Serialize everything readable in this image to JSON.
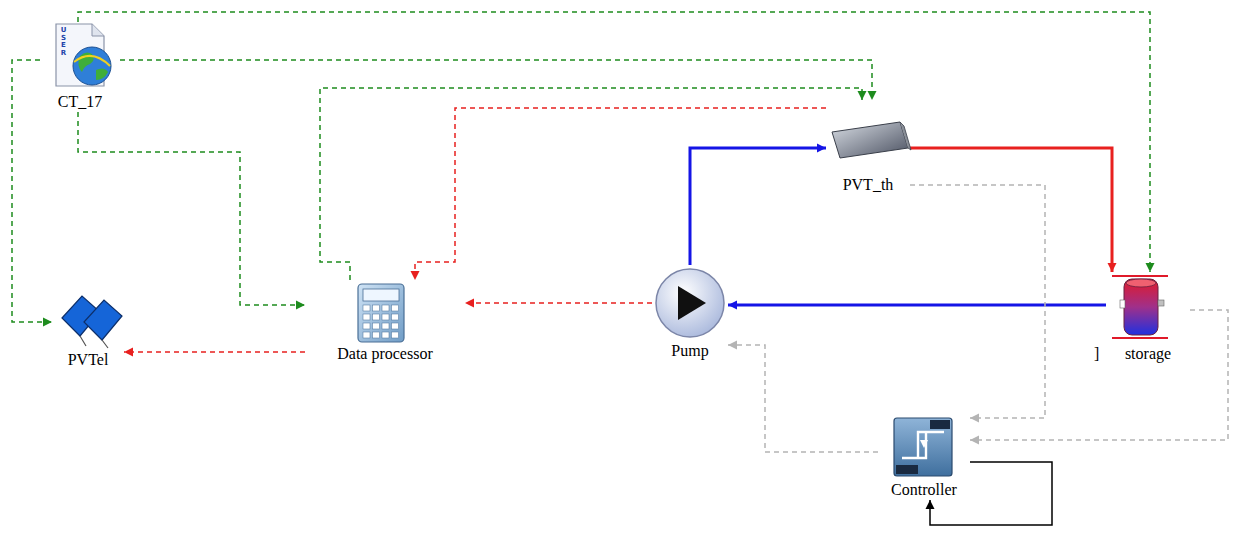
{
  "diagram": {
    "nodes": [
      {
        "text": [
          "CT_17"
        ]
      },
      {
        "text": [
          "PVT_th"
        ]
      },
      {
        "text": [
          "Data processor"
        ]
      },
      {
        "text": [
          "PVTel"
        ]
      },
      {
        "text": [
          "Pump"
        ]
      },
      {
        "text": [
          "storage"
        ]
      },
      {
        "text": [
          "Controller"
        ]
      }
    ],
    "edges": [
      {
        "from": 0,
        "to": 5,
        "arrow": "to"
      },
      {
        "from": 0,
        "to": 1,
        "arrow": "to"
      },
      {
        "from": 0,
        "to": 3,
        "arrow": "to"
      },
      {
        "from": 0,
        "to": 2,
        "arrow": "to"
      },
      {
        "from": 2,
        "to": 1,
        "arrow": "to"
      },
      {
        "from": 1,
        "to": 2,
        "arrow": "to"
      },
      {
        "from": 4,
        "to": 2,
        "arrow": "to"
      },
      {
        "from": 2,
        "to": 3,
        "arrow": "to"
      },
      {
        "from": 4,
        "to": 1,
        "arrow": "to"
      },
      {
        "from": 1,
        "to": 5,
        "arrow": "to"
      },
      {
        "from": 5,
        "to": 4,
        "arrow": "to"
      },
      {
        "from": 1,
        "to": 6,
        "arrow": "to"
      },
      {
        "from": 5,
        "to": 6,
        "arrow": "to"
      },
      {
        "from": 6,
        "to": 4,
        "arrow": "to"
      },
      {
        "from": 6,
        "to": 6,
        "arrow": "to"
      }
    ],
    "labels": [
      "]",
      "USER"
    ]
  }
}
